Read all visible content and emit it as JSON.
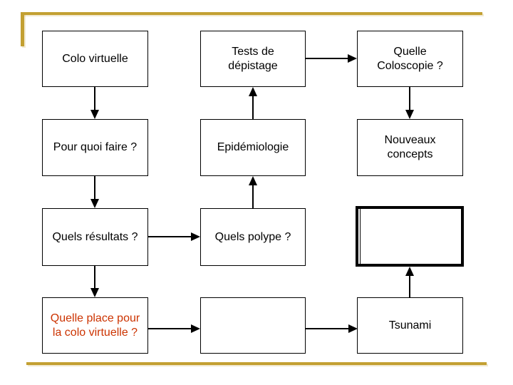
{
  "slide": {
    "accent_color": "#C3A032",
    "emphasis_text_color": "#CC3300",
    "box_border_color": "#000000",
    "boxes": {
      "colo_virtuelle": {
        "label": "Colo virtuelle"
      },
      "tests_depistage": {
        "label": "Tests de\ndépistage"
      },
      "quelle_coloscopie": {
        "label": "Quelle\nColoscopie ?"
      },
      "pour_quoi_faire": {
        "label": "Pour quoi faire ?"
      },
      "epidemiologie": {
        "label": "Epidémiologie"
      },
      "nouveaux_concepts": {
        "label": "Nouveaux\nconcepts"
      },
      "quels_resultats": {
        "label": "Quels résultats ?"
      },
      "quels_polype": {
        "label": "Quels polype ?"
      },
      "masked_topic": {
        "label": ""
      },
      "quelle_place": {
        "label": "Quelle place pour\nla colo virtuelle ?"
      },
      "empty_bottom": {
        "label": ""
      },
      "tsunami": {
        "label": "Tsunami"
      }
    }
  }
}
